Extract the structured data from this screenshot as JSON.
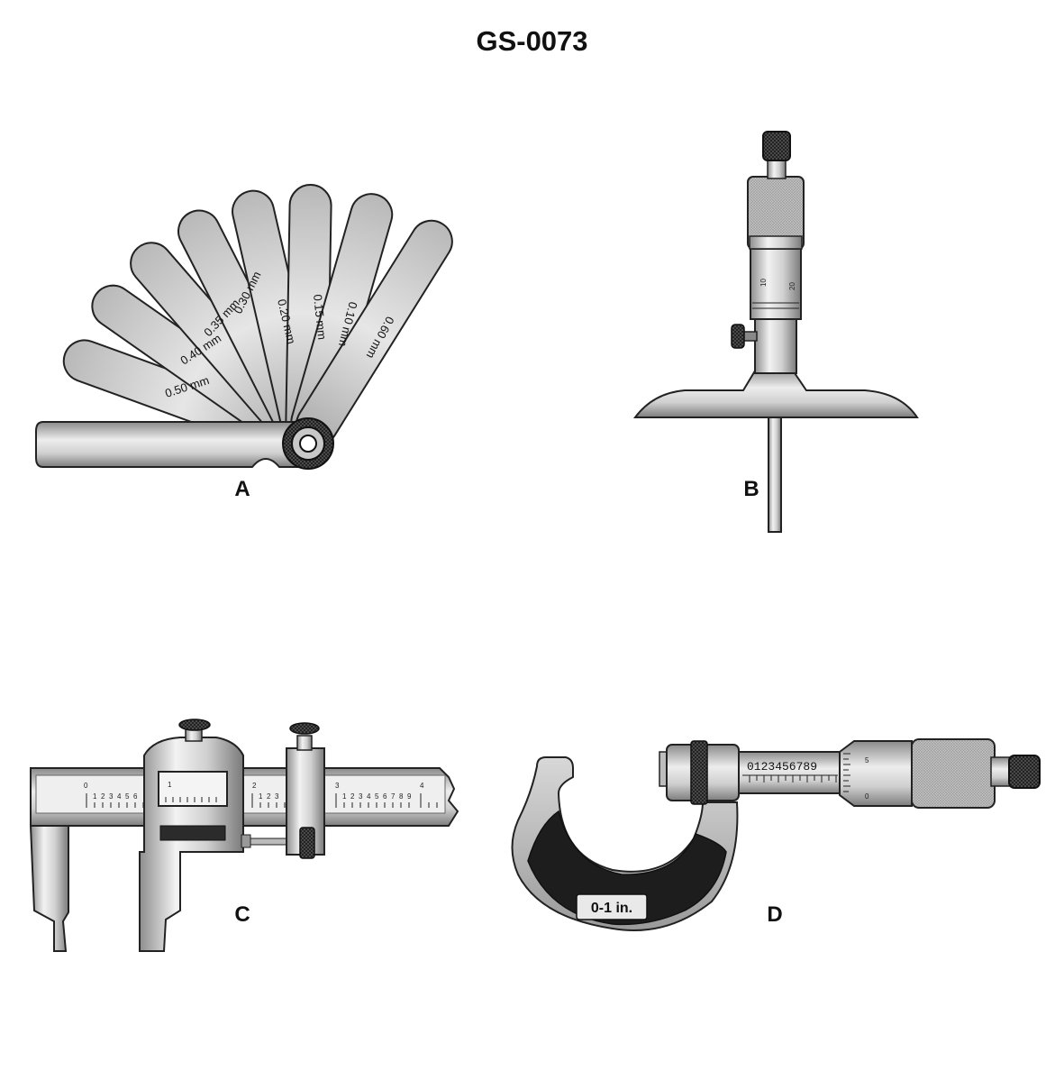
{
  "title": "GS-0073",
  "tools": [
    {
      "label": "A",
      "icon": "feeler-gauge-icon",
      "blades": [
        "0.50 mm",
        "0.40 mm",
        "0.35 mm",
        "0.30 mm",
        "0.20 mm",
        "0.15 mm",
        "0.10 mm",
        "0.60 mm"
      ]
    },
    {
      "label": "B",
      "icon": "depth-micrometer-icon",
      "thimble_marks": [
        "10",
        "20"
      ]
    },
    {
      "label": "C",
      "icon": "vernier-caliper-icon",
      "main_scale": [
        "0",
        "1",
        "2",
        "3",
        "4"
      ],
      "minor_digits": [
        "1",
        "2",
        "3",
        "4",
        "5",
        "6",
        "7",
        "8",
        "9"
      ]
    },
    {
      "label": "D",
      "icon": "outside-micrometer-icon",
      "frame_label": "0-1 in.",
      "sleeve_scale": "0123456789",
      "thimble_marks": [
        "5",
        "0"
      ]
    }
  ]
}
